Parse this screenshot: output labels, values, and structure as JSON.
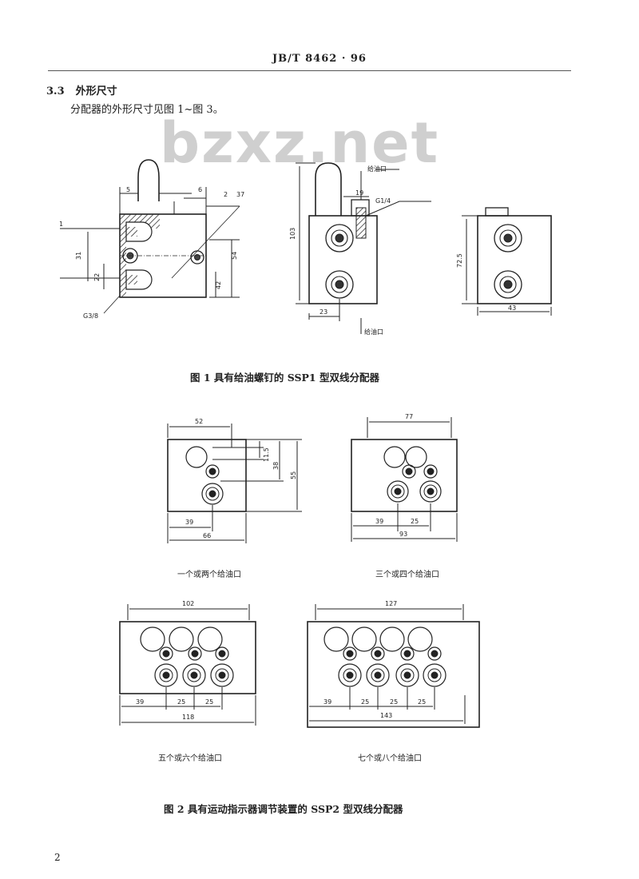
{
  "header": {
    "standard_code": "JB/T 8462 · 96"
  },
  "section": {
    "number": "3.3",
    "title": "外形尺寸",
    "text": "分配器的外形尺寸见图 1~图 3。"
  },
  "watermark": "bzxz.net",
  "figure1": {
    "caption": "图 1   具有给油螺钉的 SSP1 型双线分配器",
    "labels": {
      "thread_g38": "G3/8",
      "thread_g14": "G1/4",
      "oil_inlet": "给油口",
      "oil_outlet": "给油口",
      "d_5": "5",
      "d_6": "6",
      "d_2": "2",
      "d_37": "37",
      "d_1": "1",
      "d_31": "31",
      "d_54": "54",
      "d_22": "22",
      "d_42": "42",
      "d_103": "103",
      "d_19": "19",
      "d_23": "23",
      "d_72_5": "72.5",
      "d_43": "43"
    }
  },
  "figure2": {
    "caption": "图 2   具有运动指示器调节装置的 SSP2 型双线分配器",
    "views": [
      {
        "label": "一个或两个给油口",
        "top_dim": "52",
        "dims": [
          "11.5",
          "38",
          "55"
        ],
        "bottom_dims": [
          "39"
        ],
        "overall": "66"
      },
      {
        "label": "三个或四个给油口",
        "top_dim": "77",
        "dims": [],
        "bottom_dims": [
          "39",
          "25"
        ],
        "overall": "93"
      },
      {
        "label": "五个或六个给油口",
        "top_dim": "102",
        "dims": [],
        "bottom_dims": [
          "39",
          "25",
          "25"
        ],
        "overall": "118"
      },
      {
        "label": "七个或八个给油口",
        "top_dim": "127",
        "dims": [],
        "bottom_dims": [
          "39",
          "25",
          "25",
          "25"
        ],
        "overall": "143"
      }
    ]
  },
  "footer": {
    "page_number": "2"
  }
}
